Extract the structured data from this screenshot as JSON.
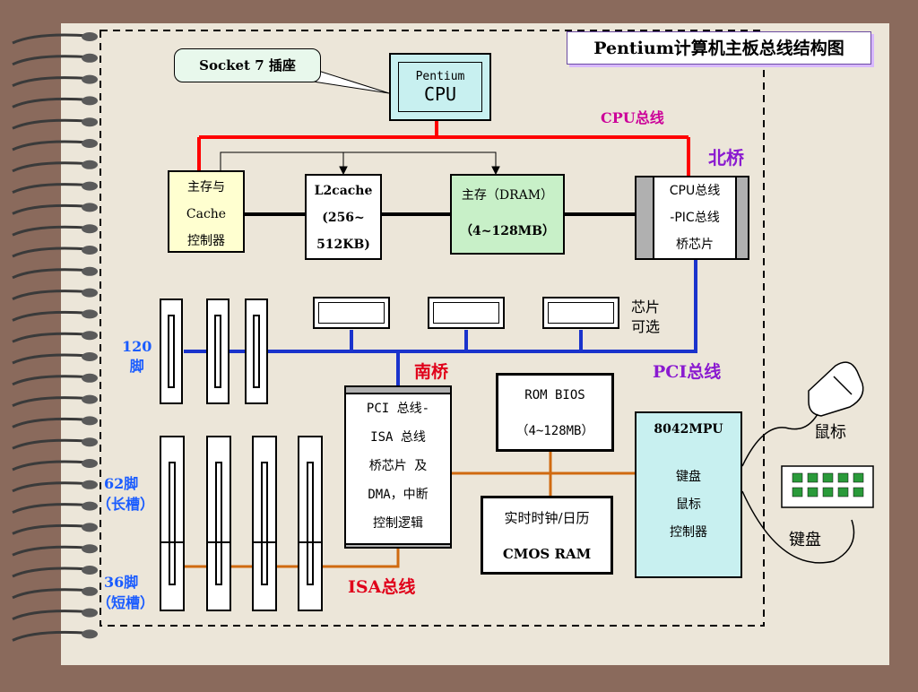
{
  "title": "Pentium计算机主板总线结构图",
  "socket_callout": "Socket 7 插座",
  "cpu": {
    "line1": "Pentium",
    "line2": "CPU"
  },
  "cpu_bus_label": "CPU总线",
  "north_bridge_label": "北桥",
  "mem_ctrl": {
    "l1": "主存与",
    "l2": "Cache",
    "l3": "控制器"
  },
  "l2cache": {
    "l1": "L2cache",
    "l2": "(256~",
    "l3": "512KB)"
  },
  "dram": {
    "l1": "主存（DRAM）",
    "l2": "（4~128MB）"
  },
  "north_chip": {
    "l1": "CPU总线",
    "l2": "-PIC总线",
    "l3": "桥芯片"
  },
  "optional_chip_label": {
    "l1": "芯片",
    "l2": "可选"
  },
  "pin120": {
    "l1": "120",
    "l2": "脚"
  },
  "south_bridge_label": "南桥",
  "pci_bus_label": "PCI总线",
  "south_chip": {
    "l1": "PCI 总线-",
    "l2": "ISA 总线",
    "l3": "桥芯片 及",
    "l4": "DMA，中断",
    "l5": "控制逻辑"
  },
  "rom_bios": {
    "l1": "ROM BIOS",
    "l2": "（4~128MB）"
  },
  "cmos": {
    "l1": "实时时钟/日历",
    "l2": "CMOS  RAM"
  },
  "kbc": {
    "l1": "8042MPU",
    "l2": "键盘",
    "l3": "鼠标",
    "l4": "控制器"
  },
  "mouse_label": "鼠标",
  "keyboard_label": "键盘",
  "pin62": {
    "l1": "62脚",
    "l2": "（长槽）"
  },
  "pin36": {
    "l1": "36脚",
    "l2": "（短槽）"
  },
  "isa_bus_label": "ISA总线",
  "colors": {
    "cpu_bus": "#ff0000",
    "pci_bus": "#1a33cc",
    "isa_bus": "#d06a10",
    "blue_text": "#1a5cff",
    "purple_text": "#8a1ad0",
    "magenta_text": "#cc0099",
    "red_text": "#e0001a",
    "cyan_box": "#c8f0f0",
    "green_box": "#c8f0c8",
    "yellow_box": "#ffffd0"
  }
}
